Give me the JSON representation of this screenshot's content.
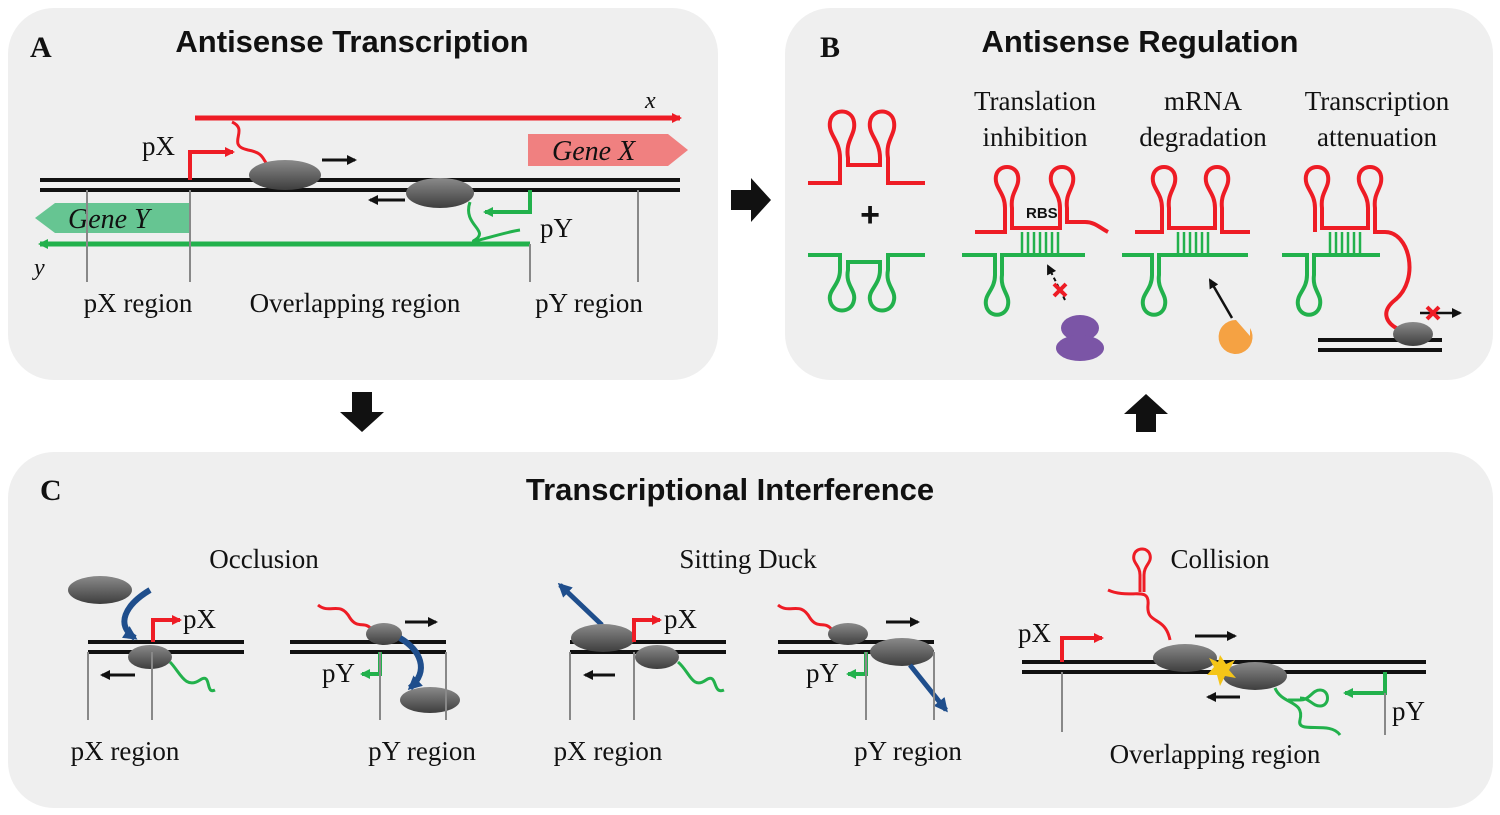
{
  "colors": {
    "sense": "#ee1c25",
    "antisense": "#22b14c",
    "rnap": "#5a5a5a",
    "blue_arrow": "#1f4e8c",
    "gene_x": "#f08080",
    "gene_y": "#66c592",
    "ribosome": "#7b55a6",
    "rnase": "#f5a243",
    "panel": "#efefef"
  },
  "panel_a": {
    "letter": "A",
    "title": "Antisense Transcription",
    "promoter_x": "pX",
    "promoter_y": "pY",
    "transcript_x": "x",
    "transcript_y": "y",
    "gene_x": "Gene X",
    "gene_y": "Gene Y",
    "region_px": "pX region",
    "region_overlap": "Overlapping region",
    "region_py": "pY region"
  },
  "panel_b": {
    "letter": "B",
    "title": "Antisense Regulation",
    "plus": "+",
    "mech_1": [
      "Translation",
      "inhibition"
    ],
    "mech_2": [
      "mRNA",
      "degradation"
    ],
    "mech_3": [
      "Transcription",
      "attenuation"
    ],
    "rbs": "RBS"
  },
  "panel_c": {
    "letter": "C",
    "title": "Transcriptional Interference",
    "occlusion": "Occlusion",
    "sitting_duck": "Sitting Duck",
    "collision": "Collision",
    "px": "pX",
    "py": "pY",
    "region_px": "pX region",
    "region_py": "pY region",
    "region_overlap": "Overlapping region"
  }
}
